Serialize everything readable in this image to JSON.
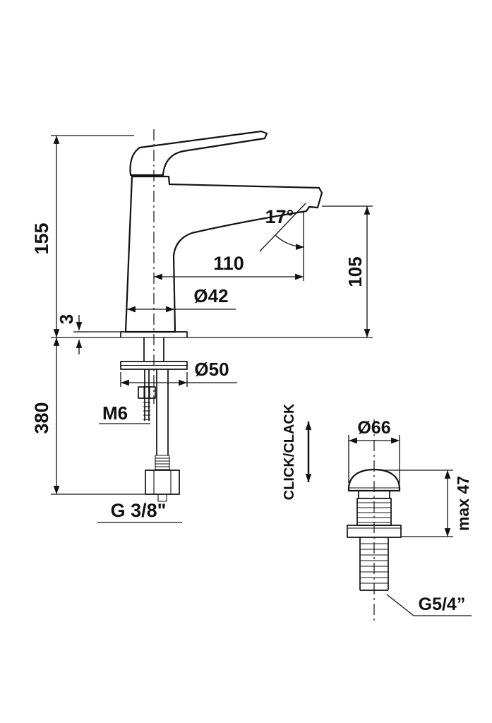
{
  "page": {
    "background": "#ffffff",
    "line_color": "#111111"
  },
  "faucet_view": {
    "height_overall": "155",
    "base_plate_thickness": "3",
    "length_below_deck": "380",
    "spout_reach": "110",
    "spout_height": "105",
    "body_diameter": "Ø42",
    "base_diameter": "Ø50",
    "fixing_stud_thread": "M6",
    "supply_hose_thread": "G 3/8\"",
    "spout_angle": "17°"
  },
  "waste_view": {
    "function_label": "CLICK/CLACK",
    "cap_diameter": "Ø66",
    "height_max": "max 47",
    "waste_thread": "G5/4”"
  }
}
